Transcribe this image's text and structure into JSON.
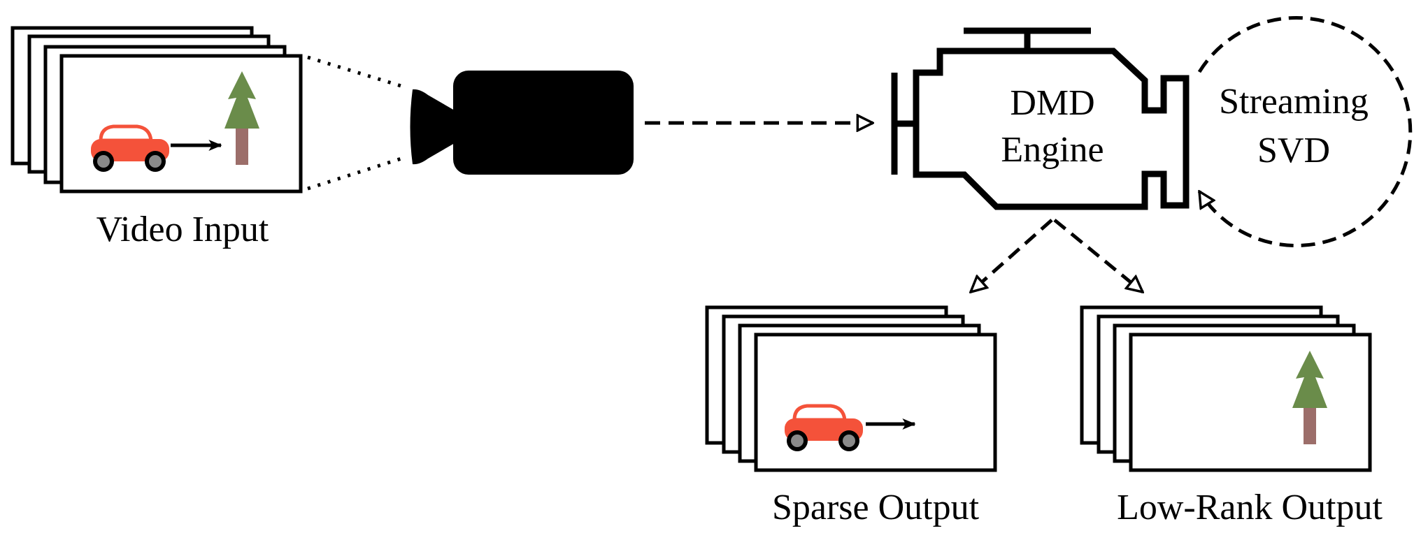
{
  "labels": {
    "video_input": "Video Input",
    "dmd_line1": "DMD",
    "dmd_line2": "Engine",
    "svd_line1": "Streaming",
    "svd_line2": "SVD",
    "sparse_output": "Sparse Output",
    "low_rank_output": "Low-Rank Output"
  },
  "icons": {
    "camera": "video-camera-icon",
    "engine": "engine-icon",
    "car": "car-icon",
    "tree": "tree-icon"
  },
  "colors": {
    "stroke": "#000000",
    "car_body": "#f4523a",
    "wheel_hub": "#8a8a8a",
    "tree_leaves": "#6a8c4a",
    "tree_trunk": "#9c6e6a"
  }
}
